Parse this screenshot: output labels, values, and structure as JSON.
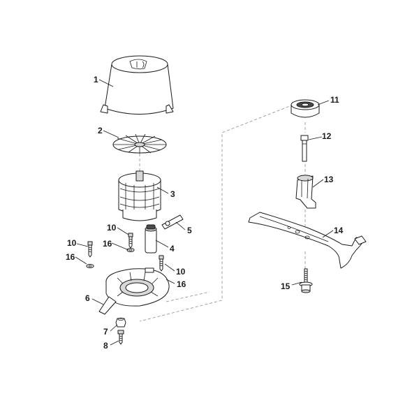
{
  "callouts": {
    "c1": "1",
    "c2": "2",
    "c3": "3",
    "c4": "4",
    "c5": "5",
    "c6": "6",
    "c7": "7",
    "c8": "8",
    "c10a": "10",
    "c10b": "10",
    "c10c": "10",
    "c11": "11",
    "c12": "12",
    "c13": "13",
    "c14": "14",
    "c15": "15",
    "c16a": "16",
    "c16b": "16",
    "c16c": "16"
  }
}
